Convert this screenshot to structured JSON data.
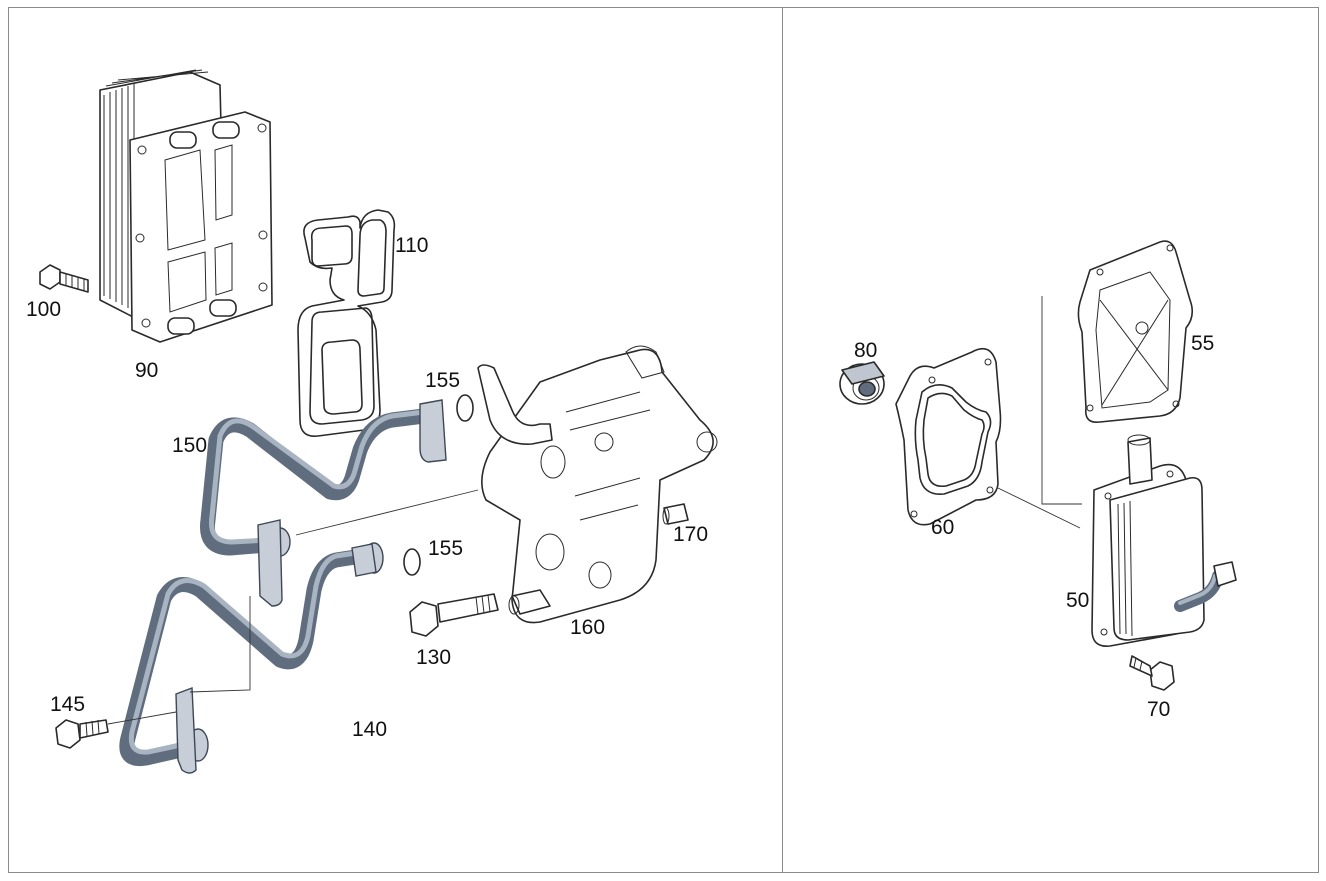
{
  "callouts": {
    "c90": "90",
    "c100": "100",
    "c110": "110",
    "c150": "150",
    "c155a": "155",
    "c155b": "155",
    "c160": "160",
    "c170": "170",
    "c130": "130",
    "c140": "140",
    "c145": "145",
    "c80": "80",
    "c60": "60",
    "c55": "55",
    "c50": "50",
    "c70": "70"
  },
  "colors": {
    "line": "#2a2a2a",
    "frame": "#8a8a8a",
    "pipe": "#5f6d7e",
    "pipe_highlight": "#a9b4c2"
  }
}
